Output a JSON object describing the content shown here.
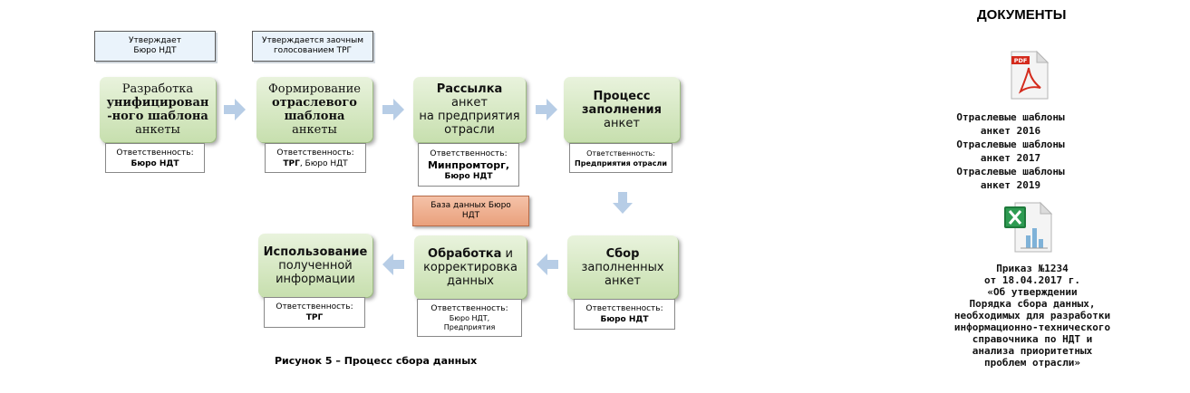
{
  "sidebar": {
    "title": "ДОКУМЕНТЫ",
    "pdf_badge": "PDF",
    "links": [
      "Отраслевые шаблоны",
      "анкет 2016",
      "Отраслевые шаблоны",
      "анкет 2017",
      "Отраслевые шаблоны",
      "анкет 2019"
    ],
    "order": [
      "Приказ №1234",
      "от  18.04.2017  г.",
      "«Об утверждении",
      "Порядка сбора данных,",
      "необходимых для разработки",
      "информационно-технического",
      "справочника по НДТ и",
      "анализа приоритетных",
      "проблем отрасли»"
    ]
  },
  "diagram": {
    "notes": {
      "n1": [
        "Утверждает",
        "Бюро НДТ"
      ],
      "n2": [
        "Утверждается заочным",
        "голосованием ТРГ"
      ]
    },
    "stages": {
      "s1": {
        "l1": "Разработка",
        "l2": "унифицирован",
        "l3": "-ного шаблона",
        "l4": "анкеты"
      },
      "s2": {
        "l1": "Формирование",
        "l2": "отраслевого",
        "l3": "шаблона",
        "l4": "анкеты"
      },
      "s3": {
        "l1b": "Рассылка",
        "l1": " анкет",
        "l2": "на предприятия",
        "l3": "отрасли"
      },
      "s4": {
        "l1": "Процесс",
        "l2": "заполнения",
        "l3": "анкет"
      },
      "s5": {
        "l1": "Сбор",
        "l2": "заполненных",
        "l3": "анкет"
      },
      "s6": {
        "l1b": "Обработка",
        "l1": " и",
        "l2": "корректировка",
        "l3": "данных"
      },
      "s7": {
        "l1": "Использование",
        "l2": "полученной",
        "l3": "информации"
      }
    },
    "resp_label": "Ответственность:",
    "resp": {
      "r1": "Бюро НДТ",
      "r2a": "ТРГ",
      "r2b": ", Бюро НДТ",
      "r3a": "Минпромторг,",
      "r3b": "Бюро НДТ",
      "r4": "Предприятия отрасли",
      "r5": "Бюро НДТ",
      "r6a": "Бюро НДТ,",
      "r6b": "Предприятия",
      "r7": "ТРГ"
    },
    "database": [
      "База данных Бюро",
      "НДТ"
    ],
    "caption": "Рисунок 5 – Процесс сбора данных"
  },
  "colors": {
    "stage_fill": "#c7dfae",
    "arrow": "#b7cde6",
    "database": "#e9a07c",
    "note_fill": "#eaf3fb"
  }
}
